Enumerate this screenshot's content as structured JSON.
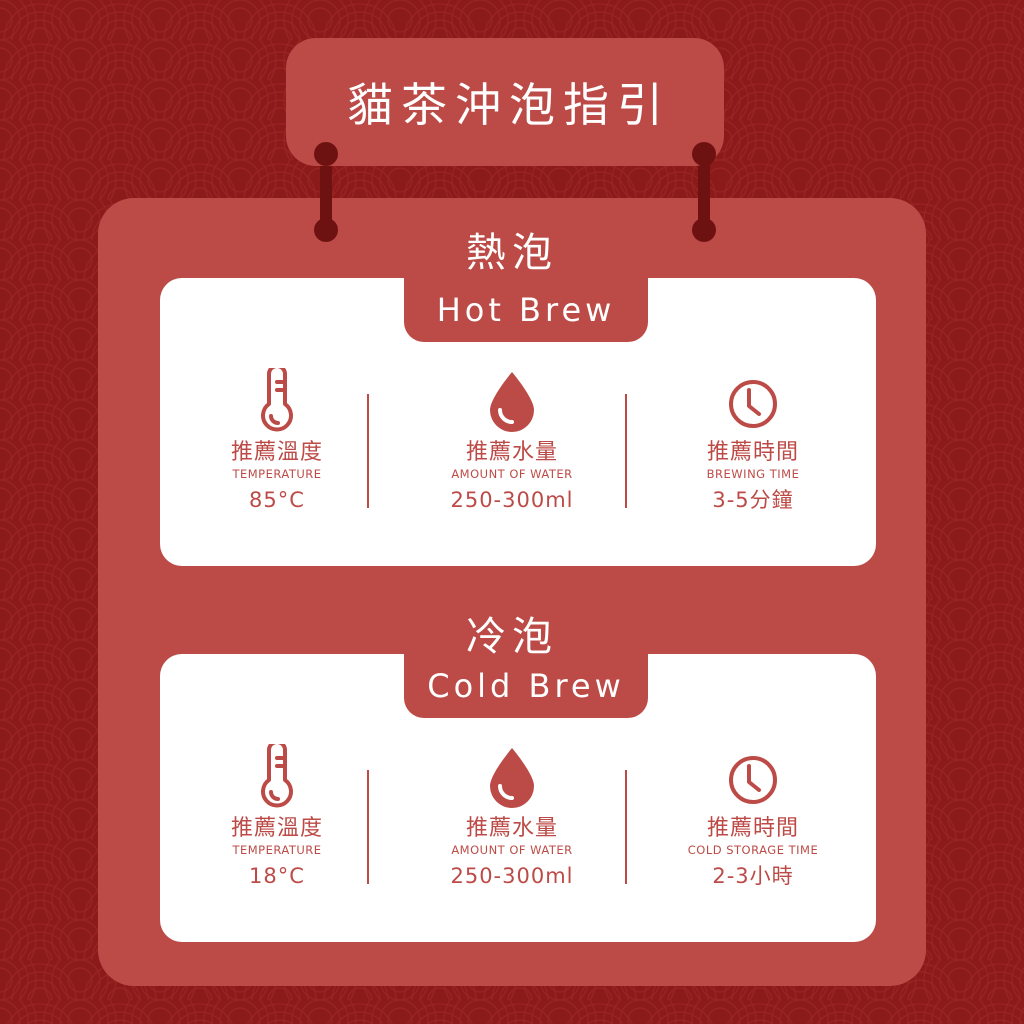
{
  "title": "貓茶沖泡指引",
  "colors": {
    "background": "#8b1a1a",
    "panel": "#bc4b47",
    "card": "#ffffff",
    "accent": "#bc4b47",
    "chain": "#6e1111"
  },
  "sections": [
    {
      "heading_zh": "熱泡",
      "heading_en": "Hot Brew",
      "items": [
        {
          "icon": "thermometer-icon",
          "label_zh": "推薦溫度",
          "label_en": "TEMPERATURE",
          "value": "85°C"
        },
        {
          "icon": "water-drop-icon",
          "label_zh": "推薦水量",
          "label_en": "AMOUNT OF WATER",
          "value": "250-300ml"
        },
        {
          "icon": "clock-icon",
          "label_zh": "推薦時間",
          "label_en": "BREWING TIME",
          "value": "3-5分鐘"
        }
      ]
    },
    {
      "heading_zh": "冷泡",
      "heading_en": "Cold Brew",
      "items": [
        {
          "icon": "thermometer-icon",
          "label_zh": "推薦溫度",
          "label_en": "TEMPERATURE",
          "value": "18°C"
        },
        {
          "icon": "water-drop-icon",
          "label_zh": "推薦水量",
          "label_en": "AMOUNT OF WATER",
          "value": "250-300ml"
        },
        {
          "icon": "clock-icon",
          "label_zh": "推薦時間",
          "label_en": "COLD STORAGE TIME",
          "value": "2-3小時"
        }
      ]
    }
  ]
}
